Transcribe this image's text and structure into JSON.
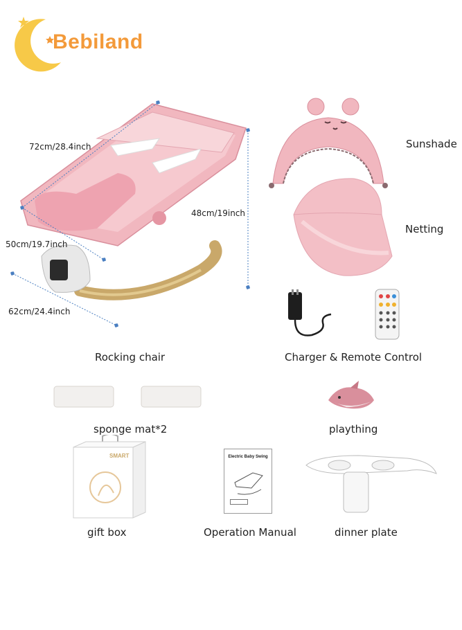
{
  "brand": {
    "name": "Bebiland"
  },
  "dimensions": {
    "length": "72cm/28.4inch",
    "height": "48cm/19inch",
    "depth": "50cm/19.7inch",
    "base": "62cm/24.4inch"
  },
  "items": {
    "sunshade": "Sunshade",
    "netting": "Netting",
    "rocking_chair": "Rocking chair",
    "charger_remote": "Charger & Remote Control",
    "sponge_mat": "sponge mat*2",
    "plaything": "plaything",
    "gift_box": "gift box",
    "operation_manual": "Operation Manual",
    "dinner_plate": "dinner plate"
  },
  "manual_cover": {
    "title": "Electric Baby Swing"
  },
  "gift_box_print": {
    "text": "SMART"
  },
  "colors": {
    "brand_orange": "#f39a3a",
    "moon_yellow": "#f7c948",
    "product_pink": "#f1b7bf",
    "accent_gold": "#c9a86a",
    "dimension_blue": "#4a7fc1"
  }
}
